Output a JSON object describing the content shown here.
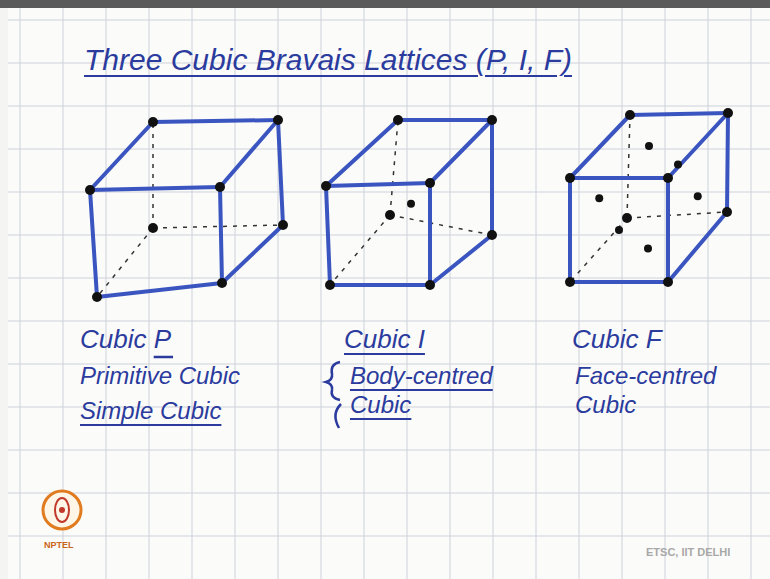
{
  "diagram": {
    "title": "Three Cubic Bravais Lattices (P, I, F)",
    "labels": [
      "Cubic P",
      "Primitive Cubic",
      "Simple Cubic",
      "Cubic I",
      "Body-centred Cubic",
      "Cubic F",
      "Face-centred Cubic",
      "NPTEL",
      "ETSC, IIT DELHI"
    ]
  }
}
